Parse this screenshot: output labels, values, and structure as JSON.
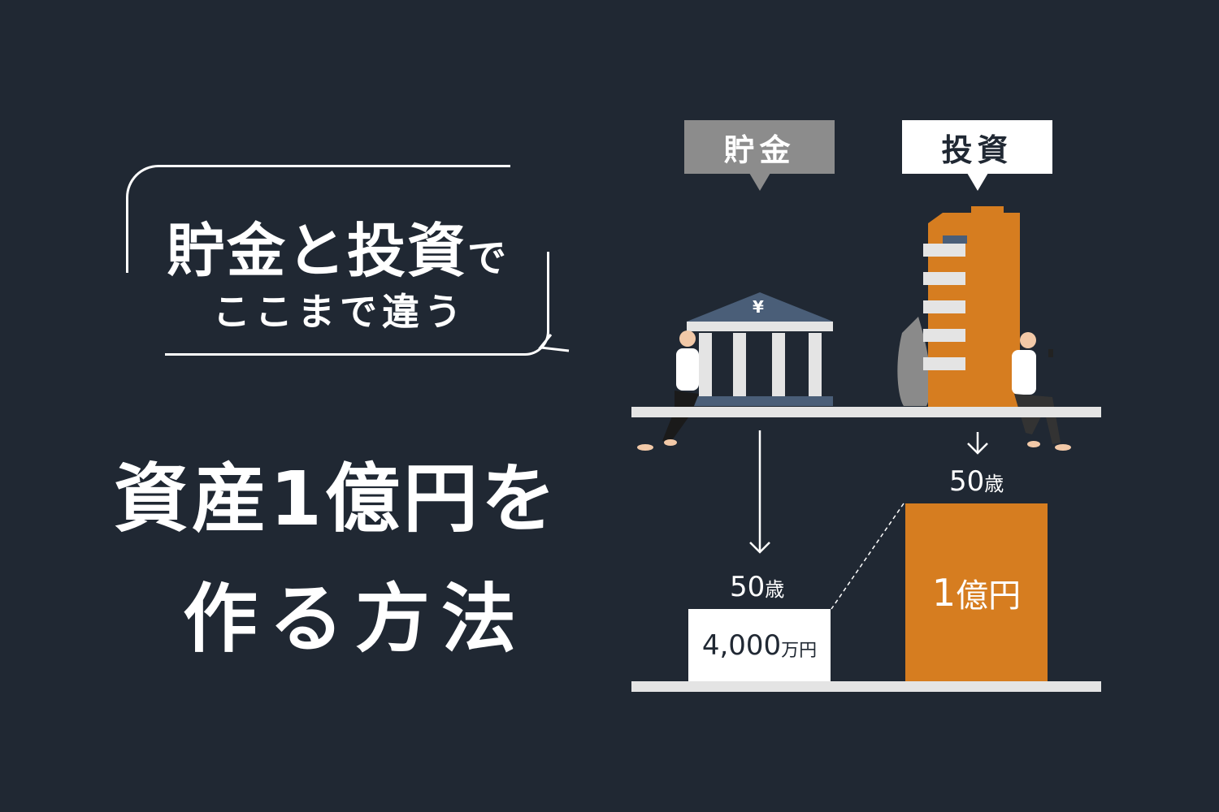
{
  "headline": {
    "line1_main": "貯金と投資",
    "line1_suffix": "で",
    "line2": "ここまで違う",
    "title_line1": "資産1億円を",
    "title_line2": "作る方法"
  },
  "labels": {
    "saving": "貯金",
    "investing": "投資"
  },
  "bank_symbol": "¥",
  "results": {
    "saving": {
      "age_number": "50",
      "age_unit": "歳",
      "amount_number": "4,000",
      "amount_unit": "万円"
    },
    "investing": {
      "age_number": "50",
      "age_unit": "歳",
      "amount_number": "1",
      "amount_unit": "億円"
    }
  },
  "colors": {
    "background": "#202833",
    "orange": "#d67d20",
    "gray_label": "#8c8c8c",
    "bank_roof": "#4a5e78"
  }
}
